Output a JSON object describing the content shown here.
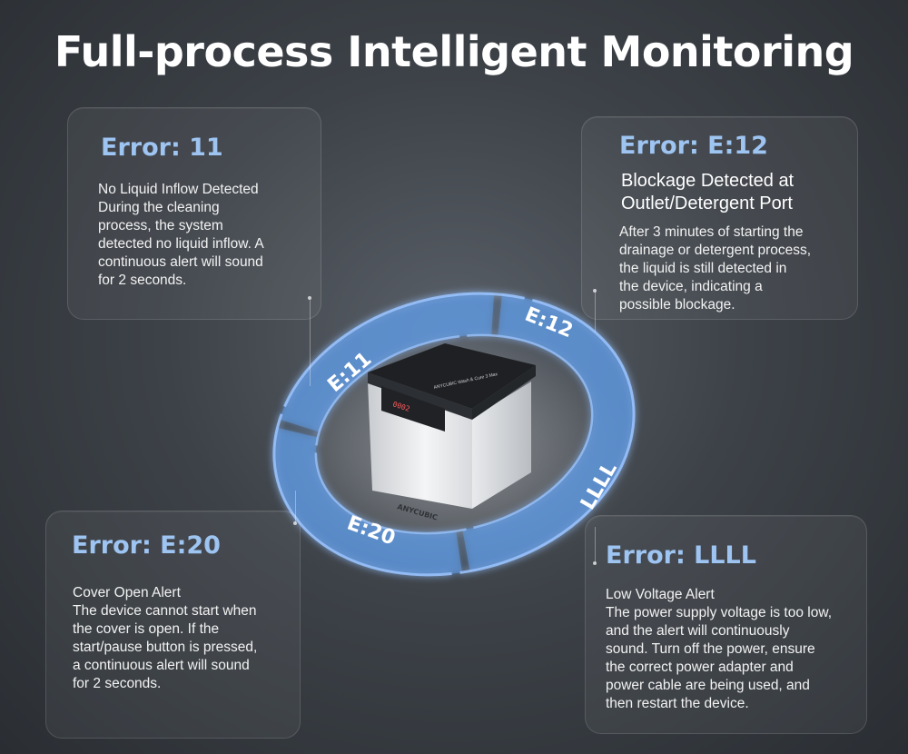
{
  "title": "Full-process Intelligent Monitoring",
  "colors": {
    "accent": "#9ec4f2",
    "ring": "#6fa8ee",
    "background": "#3d4248"
  },
  "ring_labels": {
    "top_left": "E:11",
    "top_right": "E:12",
    "bottom_right": "LLLL",
    "bottom_left": "E:20"
  },
  "device": {
    "brand_text": "ANYCUBIC",
    "lid_text": "ANYCUBIC Wash & Cure 3 Max",
    "display_text": "0002"
  },
  "cards": {
    "e11": {
      "code": "Error: 11",
      "body": "No Liquid Inflow Detected\nDuring the cleaning\nprocess, the system\ndetected no liquid inflow. A\ncontinuous alert will sound\nfor 2 seconds."
    },
    "e12": {
      "code": "Error: E:12",
      "sub": "Blockage Detected at\nOutlet/Detergent Port",
      "body": "After 3 minutes of starting the\ndrainage or detergent process,\nthe liquid is still detected in\nthe device, indicating a\npossible blockage."
    },
    "e20": {
      "code": "Error: E:20",
      "body": "Cover Open Alert\nThe device cannot start when\nthe cover is open. If the\nstart/pause button is pressed,\na continuous alert will sound\nfor 2 seconds."
    },
    "llll": {
      "code": "Error: LLLL",
      "body": "Low Voltage Alert\nThe power supply voltage is too low,\nand the alert will continuously\nsound. Turn off the power, ensure\nthe correct power adapter and\npower cable are being used, and\nthen restart the device."
    }
  }
}
